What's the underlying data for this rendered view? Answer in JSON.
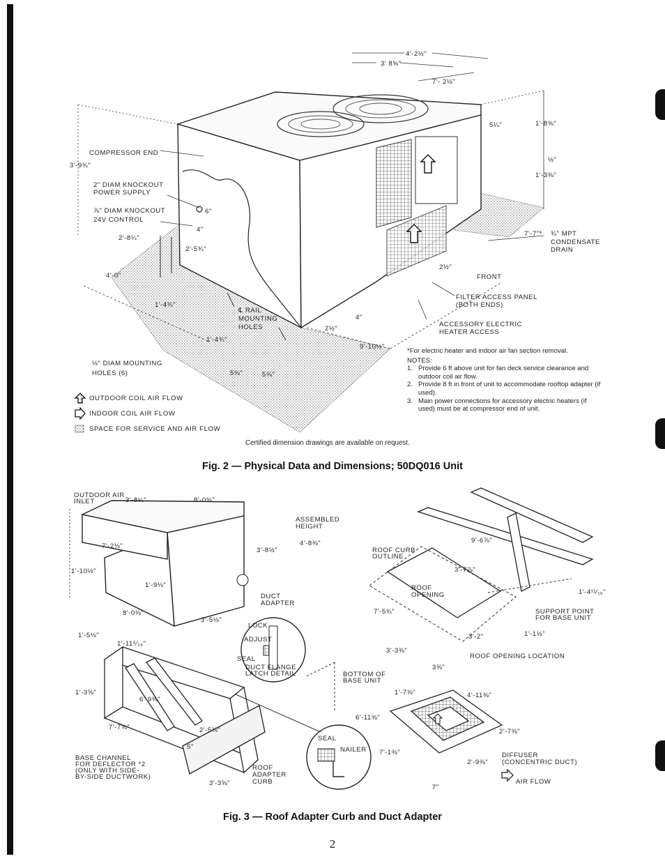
{
  "fig2": {
    "caption": "Fig. 2 — Physical Data and Dimensions; 50DQ016 Unit",
    "labels": {
      "compressor_end": "COMPRESSOR END",
      "dim_3_9": "3'-9¾\"",
      "knockout_power_1": "2\" DIAM KNOCKOUT",
      "knockout_power_2": "POWER SUPPLY",
      "knockout_ctrl_1": "⅞\" DIAM KNOCKOUT",
      "knockout_ctrl_2": "24V CONTROL",
      "dim_6": "6\"",
      "dim_4": "4\"",
      "dim_2_8": "2'-8¼\"",
      "dim_2_5": "2'-5¾\"",
      "dim_4_0": "4'-0\"",
      "dim_1_4a": "1'-4¾\"",
      "dim_1_4b": "1'-4¾\"",
      "rail_1": "℄ RAIL",
      "rail_2": "MOUNTING",
      "rail_3": "HOLES",
      "mount_holes_1": "½\" DIAM MOUNTING",
      "mount_holes_2": "HOLES (6)",
      "dim_5_3a": "5⅜\"",
      "dim_5_3b": "5⅜\"",
      "dim_4_2": "4'-2½\"",
      "dim_3_8": "3' 8⅝\"",
      "dim_7_2": "7'- 2½\"",
      "dim_5_1": "5¼\"",
      "dim_1_8": "1'-8⅝\"",
      "dim_half": "½\"",
      "dim_1_3": "1'-3⅜\"",
      "dim_7_7": "7'-7\"*",
      "mpt_1": "¾\" MPT",
      "mpt_2": "CONDENSATE",
      "mpt_3": "DRAIN",
      "dim_2_5b": "2½\"",
      "front": "FRONT",
      "filter_1": "FILTER ACCESS PANEL",
      "filter_2": "(BOTH ENDS)",
      "heater_1": "ACCESSORY ELECTRIC",
      "heater_2": "HEATER ACCESS",
      "dim_2_5c": "2½\"",
      "dim_4b": "4\"",
      "dim_9_10": "9'-10¼\""
    },
    "legend": [
      {
        "icon": "outdoor-air-arrow-icon",
        "text": "OUTDOOR COIL AIR FLOW"
      },
      {
        "icon": "indoor-air-arrow-icon",
        "text": "INDOOR COIL AIR FLOW"
      },
      {
        "icon": "service-space-hatch-icon",
        "text": "SPACE FOR SERVICE AND AIR FLOW"
      }
    ],
    "footnote": "*For electric heater and indoor air fan section removal.",
    "notes_title": "NOTES:",
    "notes": [
      {
        "num": "1.",
        "text": "Provide 6 ft above unit for fan deck service clearance and outdoor coil air flow."
      },
      {
        "num": "2.",
        "text": "Provide 8 ft in front of unit to accommodate rooftop adapter (if used)."
      },
      {
        "num": "3.",
        "text": "Main power connections for accessory electric heaters (if used) must be at compressor end of unit."
      }
    ],
    "certified": "Certified dimension drawings are available on request."
  },
  "fig3": {
    "caption": "Fig. 3 — Roof Adapter Curb and Duct Adapter",
    "labels": {
      "outdoor_inlet_1": "OUTDOOR AIR",
      "outdoor_inlet_2": "INLET",
      "dim_3_8": "3'-8¼\"",
      "dim_8_0": "8'-0⅜\"",
      "assembled_1": "ASSEMBLED",
      "assembled_2": "HEIGHT",
      "dim_4_8": "4'-8⅜\"",
      "dim_3_8b": "3'-8½\"",
      "dim_7_2": "7'-2⅛\"",
      "dim_1_10": "1'-10½\"",
      "dim_1_9": "1'-9⅛\"",
      "dim_8_0b": "8'-0⅜\"",
      "dim_3_5": "3'-5⅛\"",
      "duct_1": "DUCT",
      "duct_2": "ADAPTER",
      "lock": "LOCK",
      "adjust": "ADJUST",
      "seal": "SEAL",
      "latch_1": "DUCT FLANGE",
      "latch_2": "LATCH DETAIL",
      "dim_1_5": "1'-5⅛\"",
      "dim_1_11": "1'-11⁵⁄₁₆\"",
      "dim_1_3": "1'-3⅝\"",
      "dim_6_9": "6'-9⅜\"",
      "dim_7_7": "7'-7⅝\"",
      "dim_2_5": "2'-5⅜\"",
      "dim_5": "5\"",
      "dim_3_3": "3'-3⅝\"",
      "base_channel_1": "BASE CHANNEL",
      "base_channel_2": "FOR DEFLECTOR *2",
      "base_channel_3": "(ONLY WITH SIDE-",
      "base_channel_4": "BY-SIDE DUCTWORK)",
      "curb_1": "ROOF",
      "curb_2": "ADAPTER",
      "curb_3": "CURB",
      "seal2": "SEAL",
      "nailer": "NAILER",
      "bottom_1": "BOTTOM OF",
      "bottom_2": "BASE UNIT",
      "roof_curb_1": "ROOF CURB",
      "roof_curb_2": "OUTLINE",
      "dim_9_6": "9'-6⅞\"",
      "dim_3_7": "3'-7⅞\"",
      "roof_open_1": "ROOF",
      "roof_open_2": "OPENING",
      "dim_7_5": "7'-5¾\"",
      "dim_1_4": "1'-4¹¹⁄₁₆\"",
      "support_1": "SUPPORT POINT",
      "support_2": "FOR BASE UNIT",
      "dim_1_half": "1'-1½\"",
      "dim_3_2": "3'-2\"",
      "dim_3_3b": "3'-3⅜\"",
      "roof_loc": "ROOF OPENING LOCATION",
      "dim_3_5b": "3⅝\"",
      "dim_1_7": "1'-7⅜\"",
      "dim_4_11": "4'-11⅜\"",
      "dim_6_11": "6'-11⅜\"",
      "dim_2_7": "2'-7⅜\"",
      "dim_7_1": "7'-1⅜\"",
      "dim_2_9": "2'-9⅜\"",
      "dim_7_8": "7\"",
      "diffuser_1": "DIFFUSER",
      "diffuser_2": "(CONCENTRIC DUCT)",
      "air_flow": "AIR FLOW"
    }
  },
  "page_number": "2"
}
